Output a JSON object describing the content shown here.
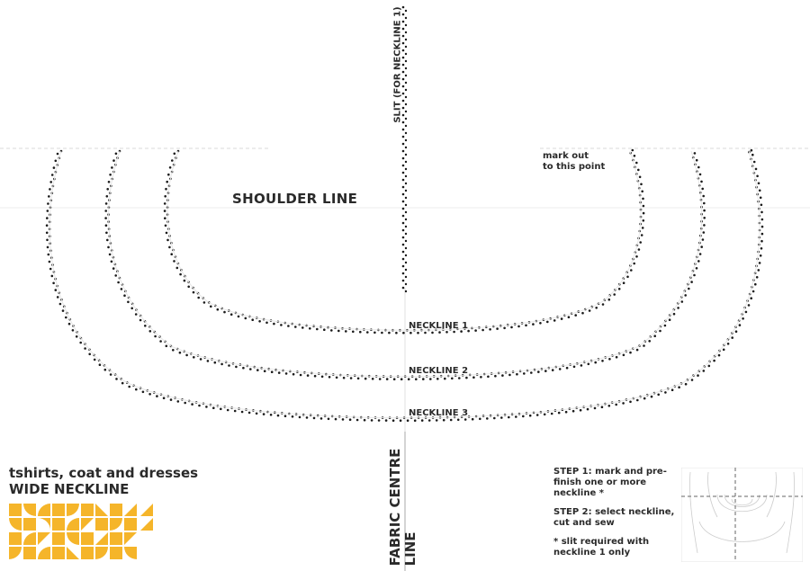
{
  "labels": {
    "shoulder_line": "SHOULDER LINE",
    "neckline_1": "NECKLINE 1",
    "neckline_2": "NECKLINE 2",
    "neckline_3": "NECKLINE 3",
    "slit": "SLIT (FOR NECKLINE 1)",
    "mark_out_1": "mark out",
    "mark_out_2": "to this point",
    "fabric_centre_1": "FABRIC CENTRE",
    "fabric_centre_2": "LINE"
  },
  "title": {
    "line1": "tshirts, coat and dresses",
    "line2": "WIDE NECKLINE"
  },
  "steps": [
    "STEP 1: mark and pre-finish one or more neckline *",
    "STEP 2: select neckline, cut and sew",
    "* slit required with neckline 1 only"
  ],
  "logo": {
    "icon": "geometric-logo-icon",
    "color": "#f5b52a"
  },
  "colors": {
    "dots": "#1a1a1a",
    "guide": "#cccccc",
    "text": "#2a2a2a",
    "thumbnail": "#bbbbbb"
  }
}
